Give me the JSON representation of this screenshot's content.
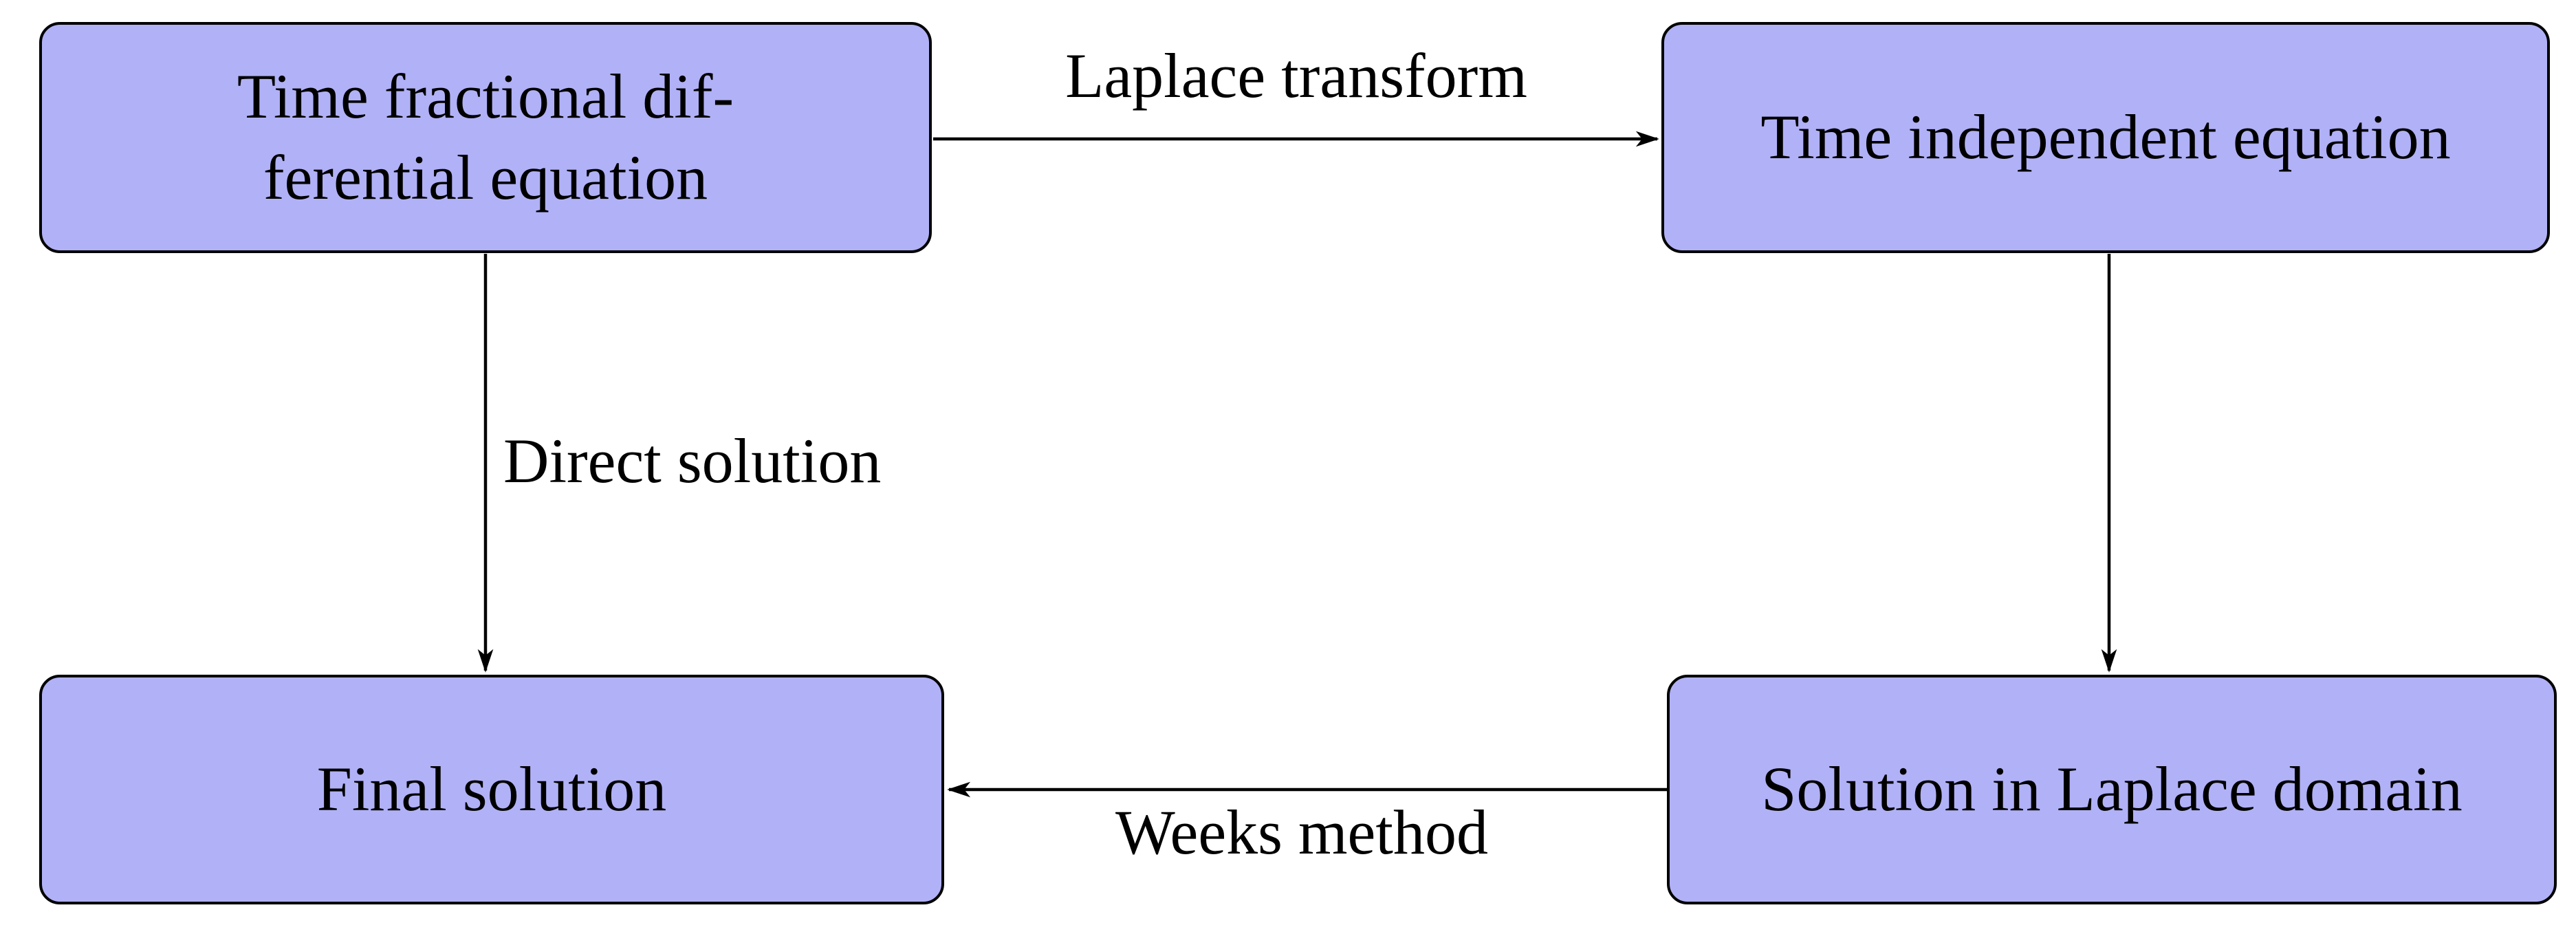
{
  "diagram": {
    "type": "flowchart",
    "colors": {
      "background": "#ffffff",
      "node_fill": "#b1b1f7",
      "node_border": "#000000",
      "arrow": "#000000",
      "text": "#000000"
    },
    "nodes": [
      {
        "name": "time-fractional-differential-equation",
        "lines": [
          "Time fractional dif-",
          "ferential equation"
        ]
      },
      {
        "name": "time-independent-equation",
        "lines": [
          "Time independent equation"
        ]
      },
      {
        "name": "final-solution",
        "lines": [
          "Final solution"
        ]
      },
      {
        "name": "solution-in-laplace-domain",
        "lines": [
          "Solution in Laplace domain"
        ]
      }
    ],
    "edges": [
      {
        "from": "time-fractional-differential-equation",
        "to": "time-independent-equation",
        "label": "Laplace transform",
        "direction": "right"
      },
      {
        "from": "time-fractional-differential-equation",
        "to": "final-solution",
        "label": "Direct solution",
        "direction": "down"
      },
      {
        "from": "time-independent-equation",
        "to": "solution-in-laplace-domain",
        "label": "",
        "direction": "down"
      },
      {
        "from": "solution-in-laplace-domain",
        "to": "final-solution",
        "label": "Weeks method",
        "direction": "left"
      }
    ]
  }
}
